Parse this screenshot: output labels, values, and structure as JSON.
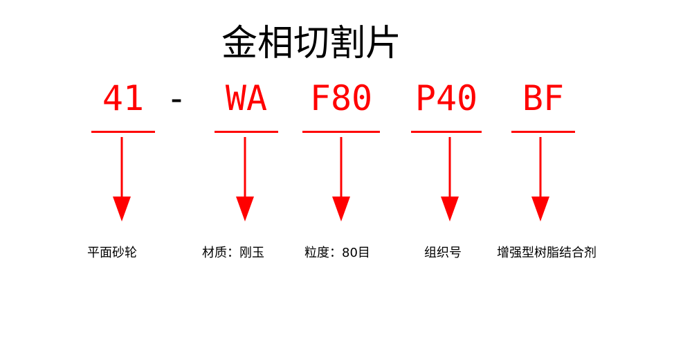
{
  "title": "金相切割片",
  "code": {
    "dash": "-",
    "segments": [
      {
        "code": "41",
        "description": "平面砂轮"
      },
      {
        "code": "WA",
        "description": "材质：刚玉"
      },
      {
        "code": "F80",
        "description": "粒度：80目"
      },
      {
        "code": "P40",
        "description": "组织号"
      },
      {
        "code": "BF",
        "description": "增强型树脂结合剂"
      }
    ]
  },
  "colors": {
    "accent": "#ff0000",
    "text": "#000000",
    "background": "#ffffff"
  }
}
